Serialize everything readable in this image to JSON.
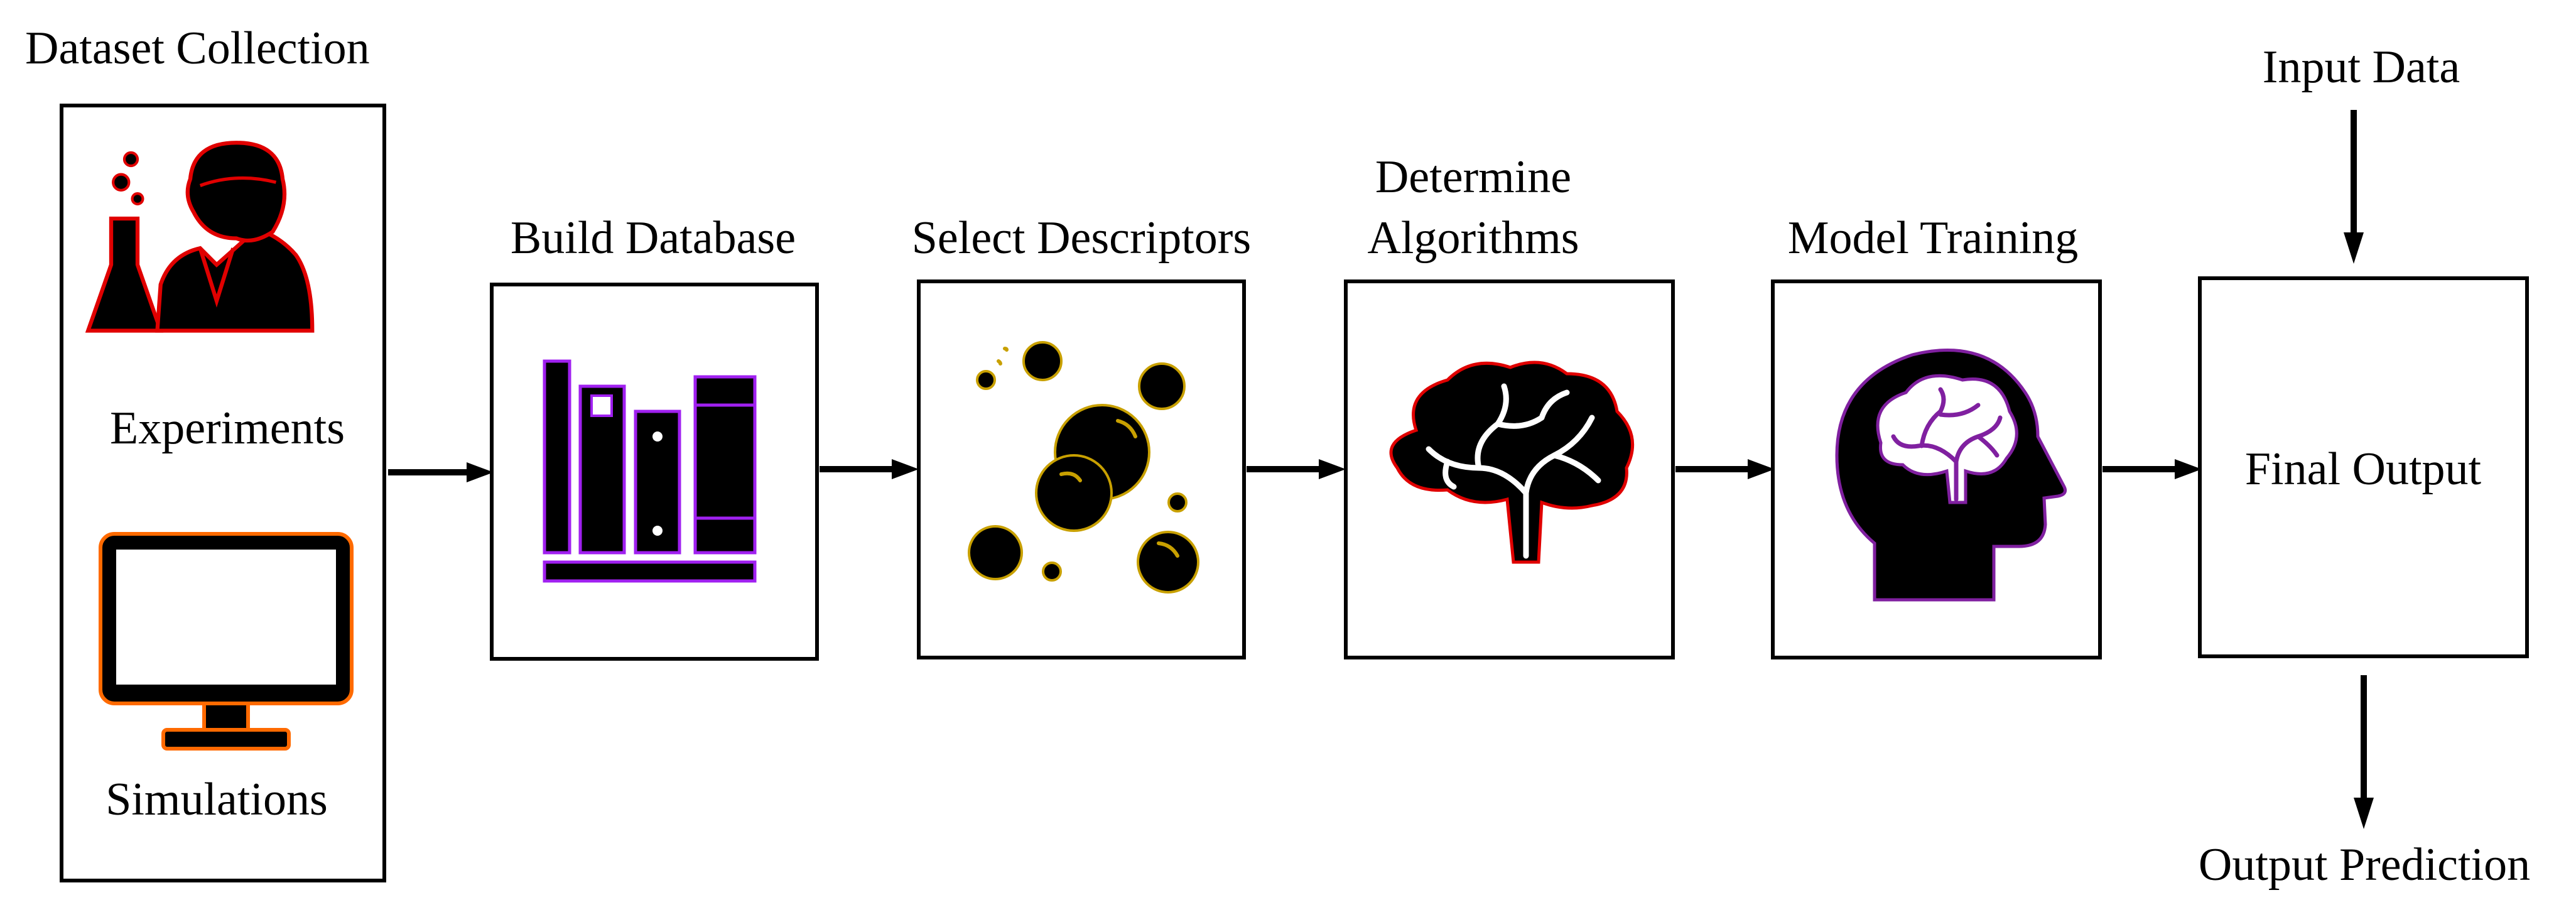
{
  "dataset": {
    "title": "Dataset Collection",
    "experiments_label": "Experiments",
    "simulations_label": "Simulations"
  },
  "steps": [
    {
      "label": "Build Database",
      "icon": "books-icon",
      "accent": "#a020f0"
    },
    {
      "label": "Select Descriptors",
      "icon": "bubbles-icon",
      "accent": "#c8a000"
    },
    {
      "label_line1": "Determine",
      "label_line2": "Algorithms",
      "icon": "brain-icon",
      "accent": "#e00000"
    },
    {
      "label": "Model Training",
      "icon": "head-brain-icon",
      "accent": "#8020a0"
    }
  ],
  "final": {
    "label": "Final Output",
    "input_label": "Input Data",
    "output_label": "Output Prediction"
  },
  "colors": {
    "experiments_accent": "#e00000",
    "simulations_accent": "#ff6a00"
  }
}
